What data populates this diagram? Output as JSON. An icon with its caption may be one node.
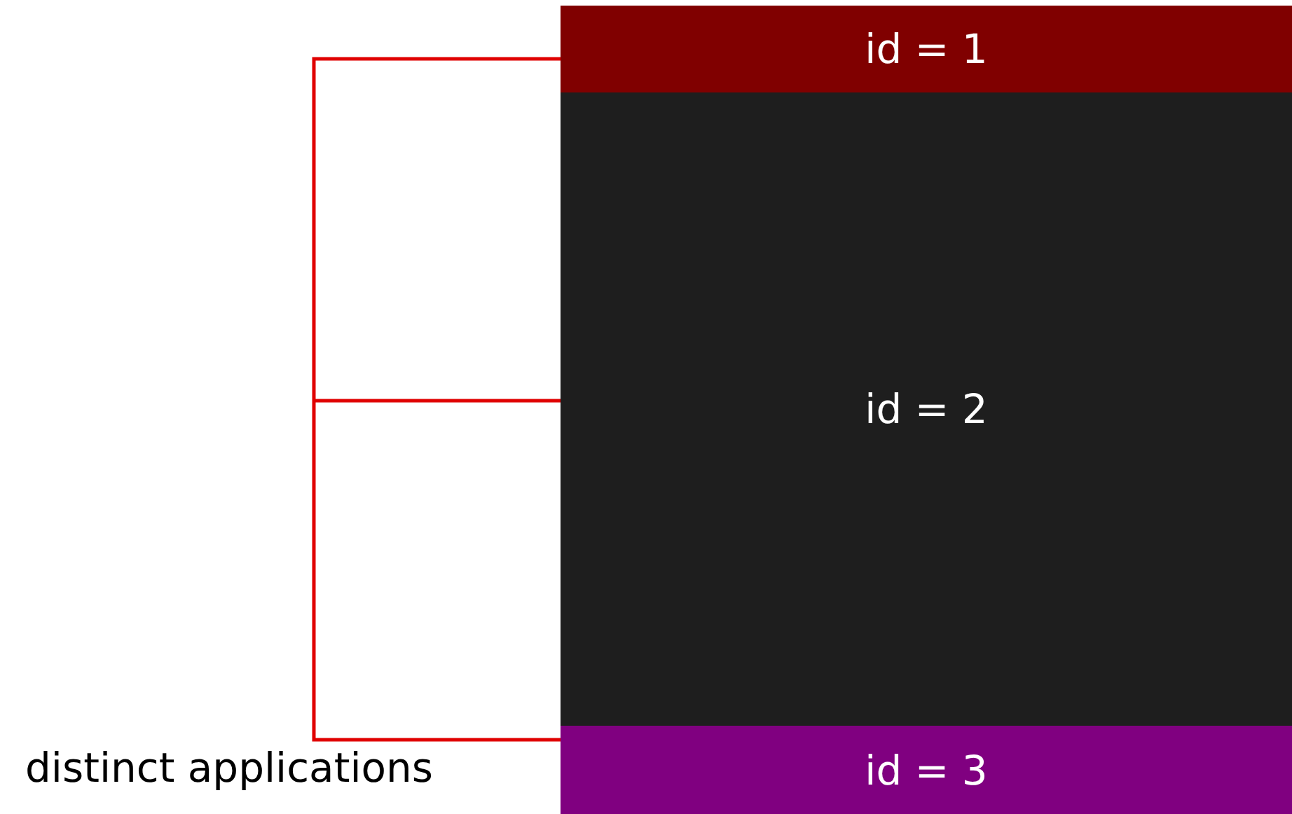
{
  "diagram": {
    "nodes": [
      {
        "text": [
          "id = 1"
        ]
      },
      {
        "text": [
          "id = 2"
        ]
      },
      {
        "text": [
          "id = 3"
        ]
      }
    ],
    "labels": [
      "distinct applications"
    ]
  }
}
